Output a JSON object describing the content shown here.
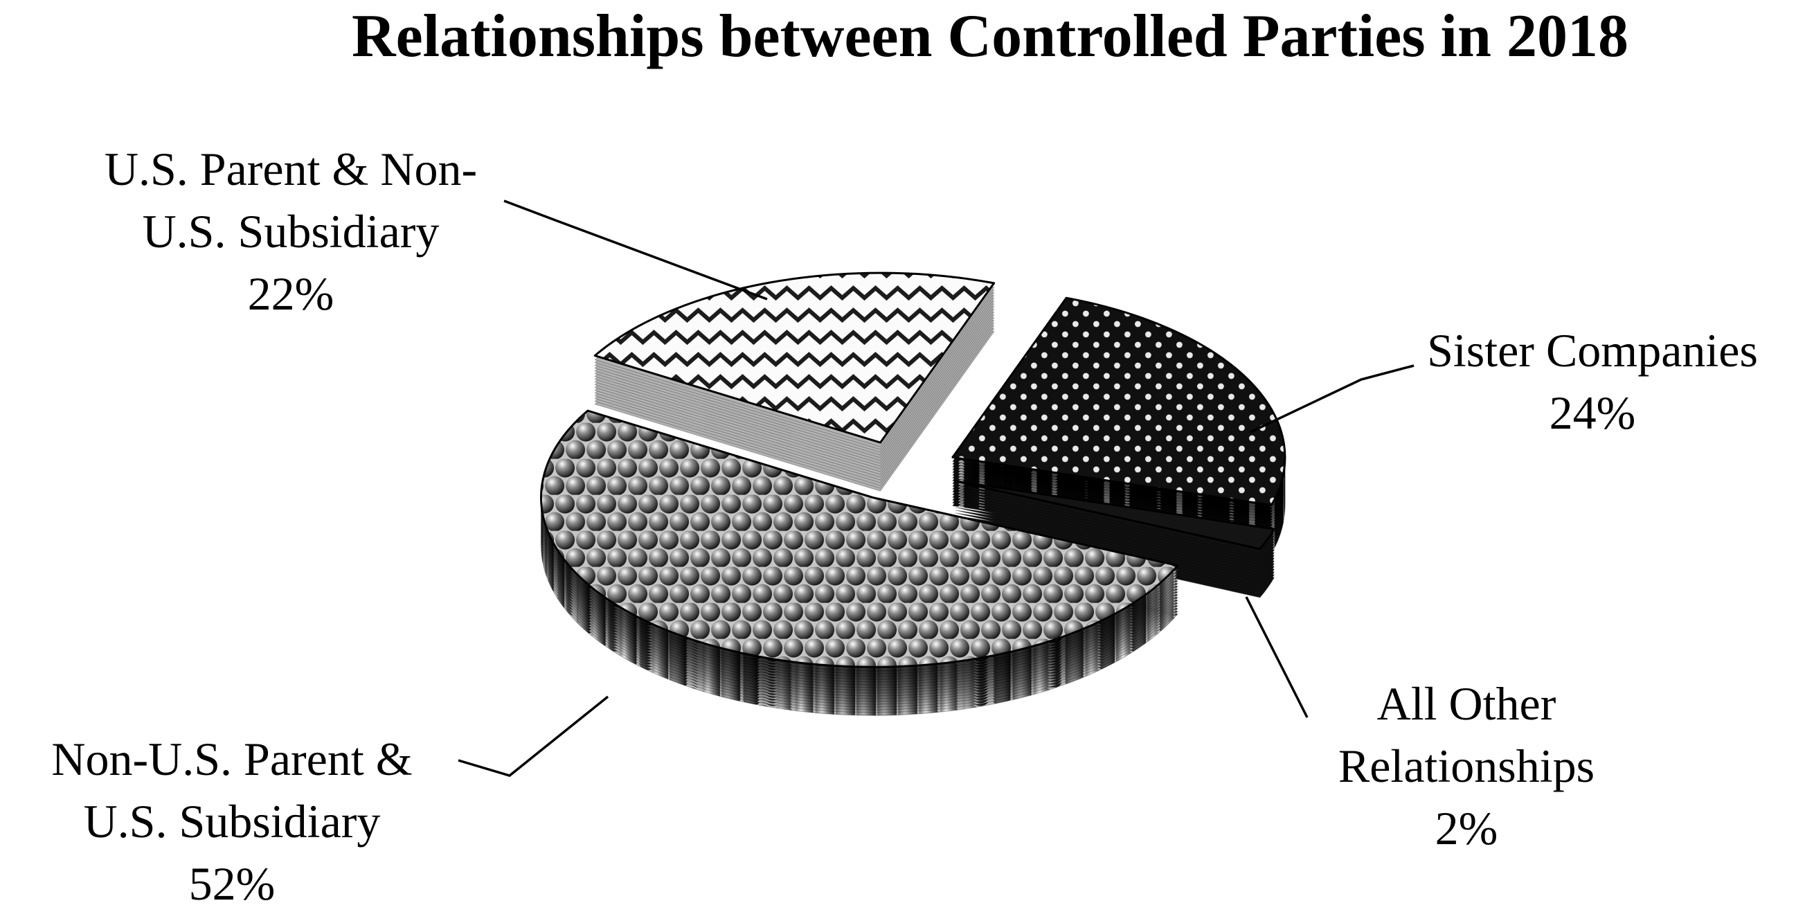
{
  "title": "Relationships between Controlled Parties in 2018",
  "palette": {
    "ink": "#000000",
    "paper": "#ffffff"
  },
  "chart_data": {
    "type": "pie",
    "style": "3d-exploded-monochrome-patterns",
    "title": "Relationships between Controlled Parties in 2018",
    "unit": "%",
    "start_angle_deg": 300.8,
    "legend_position": "callout-labels",
    "slices": [
      {
        "label": "U.S. Parent & Non-U.S. Subsidiary",
        "value": 22,
        "display": "U.S. Parent & Non-\nU.S. Subsidiary",
        "pct_label": "22%",
        "pattern": "zigzag",
        "wall": "#b2b2b2"
      },
      {
        "label": "Sister Companies",
        "value": 24,
        "display": "Sister Companies",
        "pct_label": "24%",
        "pattern": "dots",
        "wall": "pattern"
      },
      {
        "label": "All Other Relationships",
        "value": 2,
        "display": "All Other\nRelationships",
        "pct_label": "2%",
        "pattern": "solid",
        "wall": "#101010"
      },
      {
        "label": "Non-U.S. Parent & U.S. Subsidiary",
        "value": 52,
        "display": "Non-U.S. Parent &\nU.S. Subsidiary",
        "pct_label": "52%",
        "pattern": "spheres",
        "wall": "pattern"
      }
    ]
  }
}
